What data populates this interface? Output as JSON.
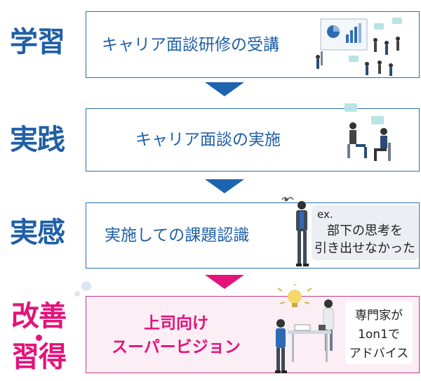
{
  "colors": {
    "blue": "#1f5fa6",
    "blue_arrow": "#1e63b0",
    "pink": "#e4127a",
    "box_pink_fill": "#fbeef5",
    "box_pink_border": "#c63b86"
  },
  "stages": [
    {
      "label": "学習",
      "text": "キャリア面談研修の受講"
    },
    {
      "label": "実践",
      "text": "キャリア面談の実施"
    },
    {
      "label": "実感",
      "text": "実施しての課題認識"
    },
    {
      "label_line1": "改善",
      "label_line2": "習得",
      "text_line1": "上司向け",
      "text_line2": "スーパービジョン"
    }
  ],
  "callouts": {
    "example_prefix": "ex.",
    "example_line1": "部下の思考を",
    "example_line2": "引き出せなかった",
    "expert_line1": "専門家が",
    "expert_line2": "1on1で",
    "expert_line3": "アドバイス"
  }
}
